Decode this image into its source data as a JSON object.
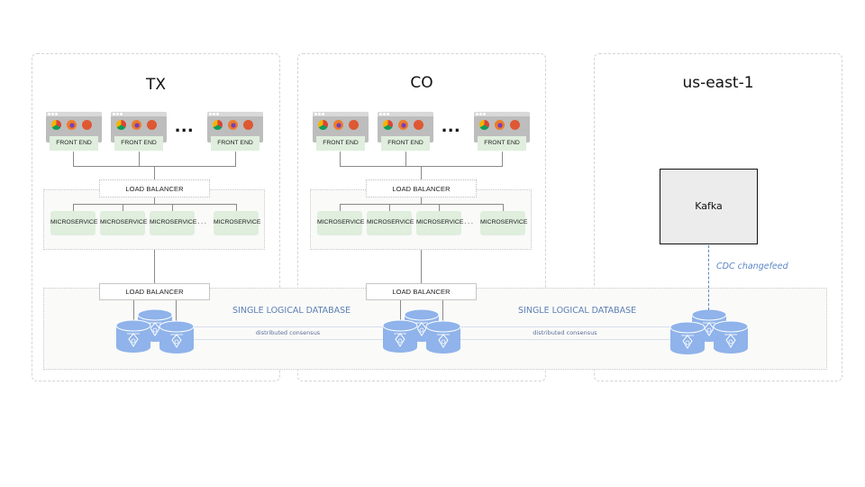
{
  "regions": [
    {
      "name": "TX"
    },
    {
      "name": "CO"
    },
    {
      "name": "us-east-1"
    }
  ],
  "front_end_label": "FRONT END",
  "load_balancer_label": "LOAD BALANCER",
  "microservice_label": "MICROSERVICE",
  "ellipsis": "...",
  "ms_ellipsis": "...",
  "browser_icons": [
    "chrome-icon",
    "firefox-icon",
    "duckduckgo-icon"
  ],
  "database": {
    "label": "SINGLE LOGICAL DATABASE",
    "consensus_label": "distributed consensus",
    "color": "#8fb3ea"
  },
  "kafka": {
    "label": "Kafka"
  },
  "cdc": {
    "label": "CDC changefeed"
  }
}
